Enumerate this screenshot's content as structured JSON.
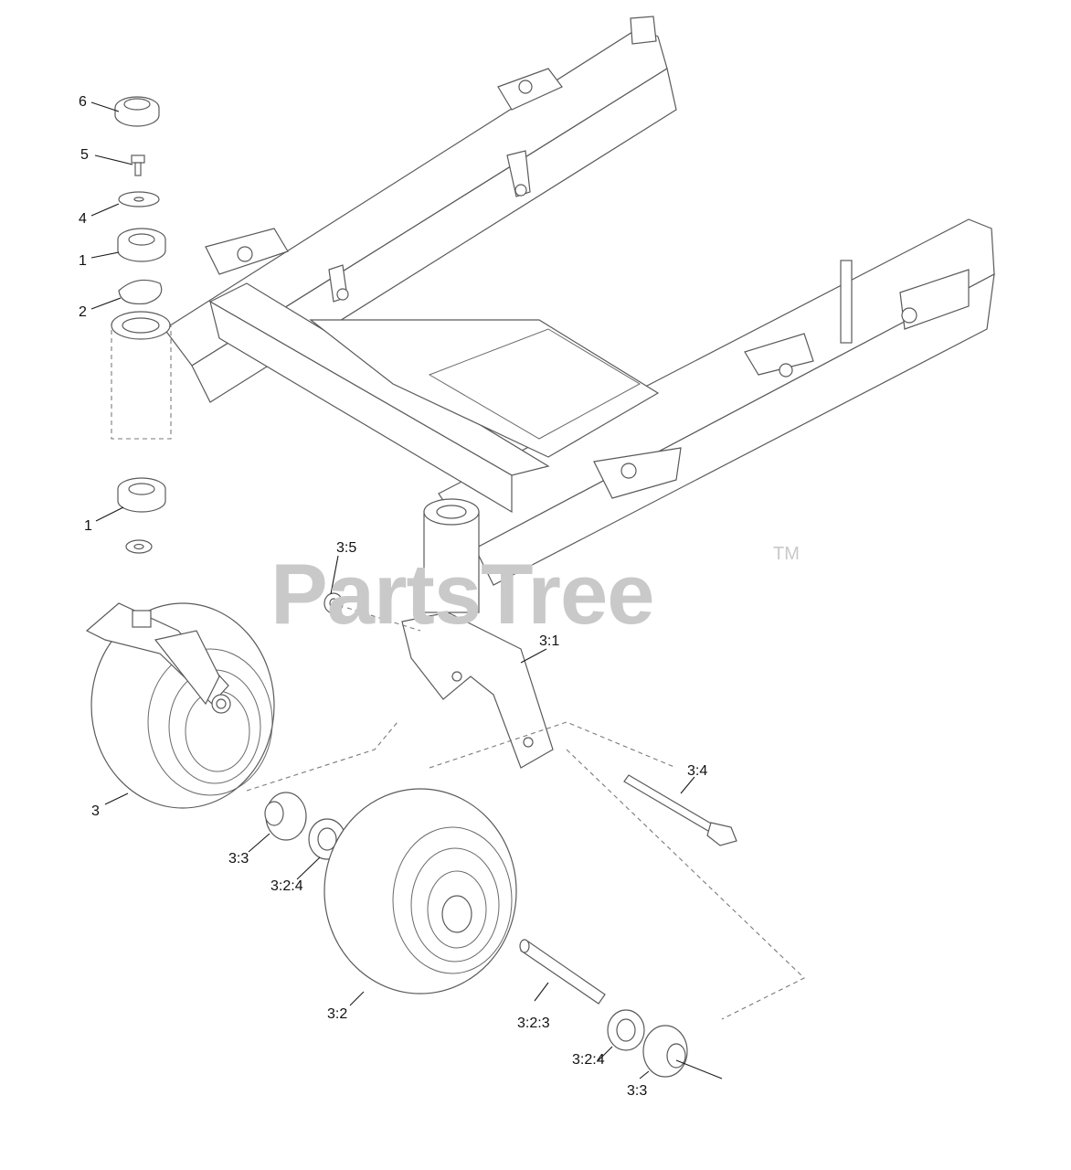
{
  "callouts": [
    {
      "id": "c6",
      "text": "6"
    },
    {
      "id": "c5",
      "text": "5"
    },
    {
      "id": "c4",
      "text": "4"
    },
    {
      "id": "c1a",
      "text": "1"
    },
    {
      "id": "c2",
      "text": "2"
    },
    {
      "id": "c1b",
      "text": "1"
    },
    {
      "id": "c35",
      "text": "3:5"
    },
    {
      "id": "c31",
      "text": "3:1"
    },
    {
      "id": "c3",
      "text": "3"
    },
    {
      "id": "c34",
      "text": "3:4"
    },
    {
      "id": "c33a",
      "text": "3:3"
    },
    {
      "id": "c324a",
      "text": "3:2:4"
    },
    {
      "id": "c32",
      "text": "3:2"
    },
    {
      "id": "c323",
      "text": "3:2:3"
    },
    {
      "id": "c324b",
      "text": "3:2:4"
    },
    {
      "id": "c33b",
      "text": "3:3"
    }
  ],
  "watermark": {
    "text": "PartsTree",
    "trademark": "TM"
  }
}
